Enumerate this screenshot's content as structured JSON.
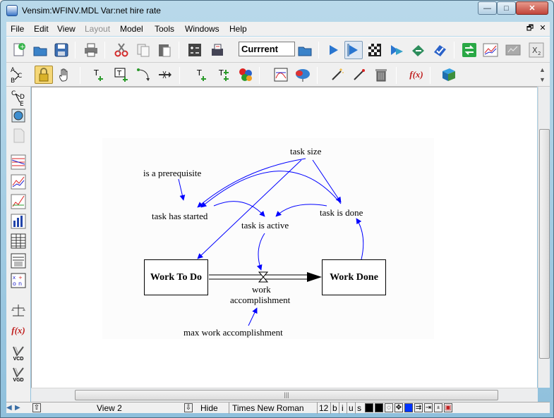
{
  "window": {
    "title": "Vensim:WFINV.MDL Var:net hire rate"
  },
  "titlebar_buttons": {
    "minimize": "—",
    "maximize": "□",
    "close": "✕"
  },
  "menu": {
    "items": [
      "File",
      "Edit",
      "View",
      "Layout",
      "Model",
      "Tools",
      "Windows",
      "Help"
    ],
    "disabled": [
      "Layout"
    ],
    "mdi_restore": "🗗",
    "mdi_close": "✕"
  },
  "toolbar": {
    "run_name": "Currrent",
    "icons": [
      "new-model-icon",
      "open-model-icon",
      "save-icon",
      "print-icon",
      "cut-icon",
      "copy-icon",
      "paste-icon",
      "check-model-icon",
      "units-check-icon",
      "browse-run-icon",
      "simulate-icon",
      "synthesim-icon",
      "gaming-icon",
      "sensitivity-icon",
      "optimize-icon",
      "reality-check-icon",
      "control-panel-icon",
      "graph-compare-icon",
      "output-icon",
      "subscript-icon"
    ]
  },
  "sketch_tools": {
    "icons": [
      "abc-icon",
      "lock-icon",
      "hand-icon",
      "variable-icon",
      "box-variable-icon",
      "arrow-icon",
      "rate-icon",
      "shadow-variable-icon",
      "input-output-icon",
      "model-variable-icon",
      "sketch-comment-icon",
      "delete-icon",
      "equations-icon",
      "reference-mode-icon"
    ],
    "fx_label": "f(x)"
  },
  "analysis_tools": {
    "fx_label": "f(x)",
    "vcd_label": "VCD",
    "vgd_label": "VGD"
  },
  "diagram": {
    "variables": {
      "task_size": "task size",
      "is_prerequisite": "is a prerequisite",
      "task_has_started": "task has started",
      "task_is_active": "task is active",
      "task_is_done": "task is done",
      "work_accomplishment_line1": "work",
      "work_accomplishment_line2": "accomplishment",
      "max_work_accomplishment": "max work accomplishment"
    },
    "stocks": {
      "work_to_do": "Work To Do",
      "work_done": "Work Done"
    },
    "colors": {
      "arrow": "#0000ff",
      "flow": "#000000"
    }
  },
  "statusbar": {
    "view": "View 2",
    "hide": "Hide",
    "font": "Times New Roman",
    "size": "12",
    "bold": "b",
    "italic": "i",
    "underline": "u",
    "strike": "s"
  },
  "scrollbars": {
    "hthumb_grip": "|||"
  }
}
